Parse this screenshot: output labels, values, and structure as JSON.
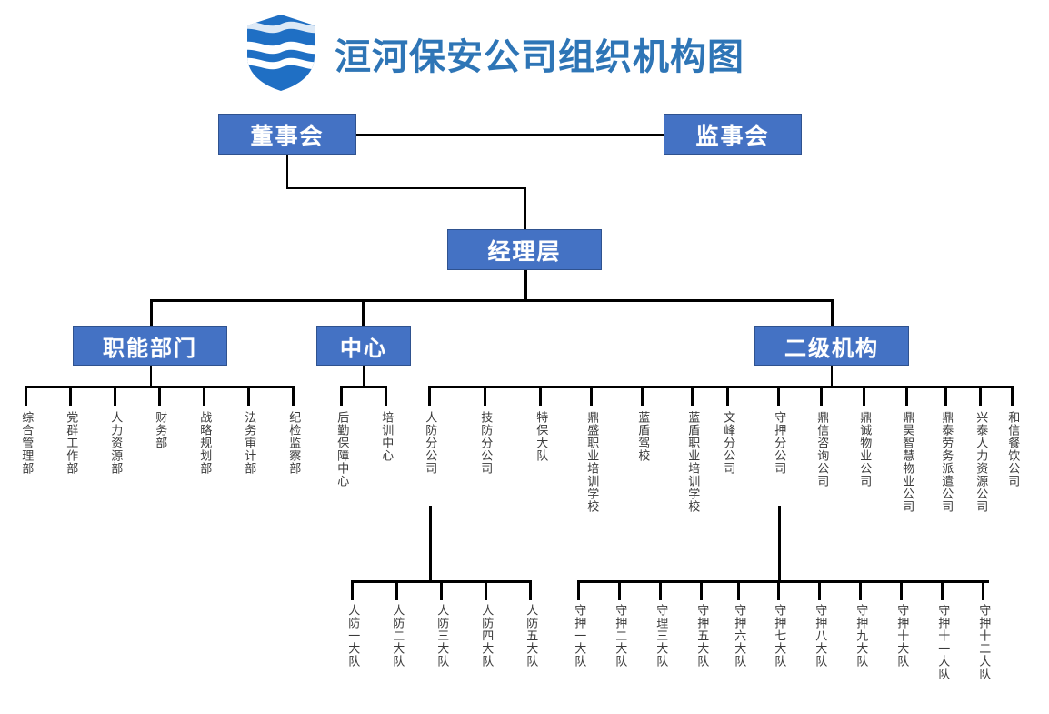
{
  "header": {
    "title": "洹河保安公司组织机构图",
    "logo_name": "shield-wave-logo",
    "title_color": "#2E75B6"
  },
  "theme": {
    "box_fill": "#4472C4",
    "box_border": "#2F528F",
    "box_text": "#FFFFFF",
    "line_color": "#000000",
    "leaf_text": "#3A3A3A",
    "background": "#FFFFFF"
  },
  "chart_data": {
    "type": "diagram",
    "title": "洹河保安公司组织机构图",
    "orientation": "top-down-tree",
    "levels": [
      {
        "level": 1,
        "nodes": [
          "董事会",
          "监事会"
        ],
        "relation": "董事会 与 监事会 横向并列"
      },
      {
        "level": 2,
        "nodes": [
          "经理层"
        ],
        "parent": "董事会"
      },
      {
        "level": 3,
        "nodes": [
          "职能部门",
          "中心",
          "二级机构"
        ],
        "parent": "经理层"
      }
    ]
  },
  "nodes": {
    "board": "董事会",
    "supervisory": "监事会",
    "management": "经理层",
    "functional": "职能部门",
    "center": "中心",
    "secondary": "二级机构"
  },
  "functional_departments": [
    "综合管理部",
    "党群工作部",
    "人力资源部",
    "财务部",
    "战略规划部",
    "法务审计部",
    "纪检监察部"
  ],
  "center_units": [
    "后勤保障中心",
    "培训中心"
  ],
  "secondary_units": [
    "人防分公司",
    "技防分公司",
    "特保大队",
    "鼎盛职业培训学校",
    "蓝盾驾校",
    "蓝盾职业培训学校",
    "文峰分公司",
    "守押分公司",
    "鼎信咨询公司",
    "鼎诚物业公司",
    "鼎昊智慧物业公司",
    "鼎泰劳务派遣公司",
    "兴泰人力资源公司",
    "和信餐饮公司"
  ],
  "renfang_brigades": [
    "人防一大队",
    "人防二大队",
    "人防三大队",
    "人防四大队",
    "人防五大队"
  ],
  "shouya_brigades": [
    "守押一大队",
    "守押二大队",
    "守理三大队",
    "守押五大队",
    "守押六大队",
    "守押七大队",
    "守押八大队",
    "守押九大队",
    "守押十大队",
    "守押十一大队",
    "守押十二大队"
  ]
}
